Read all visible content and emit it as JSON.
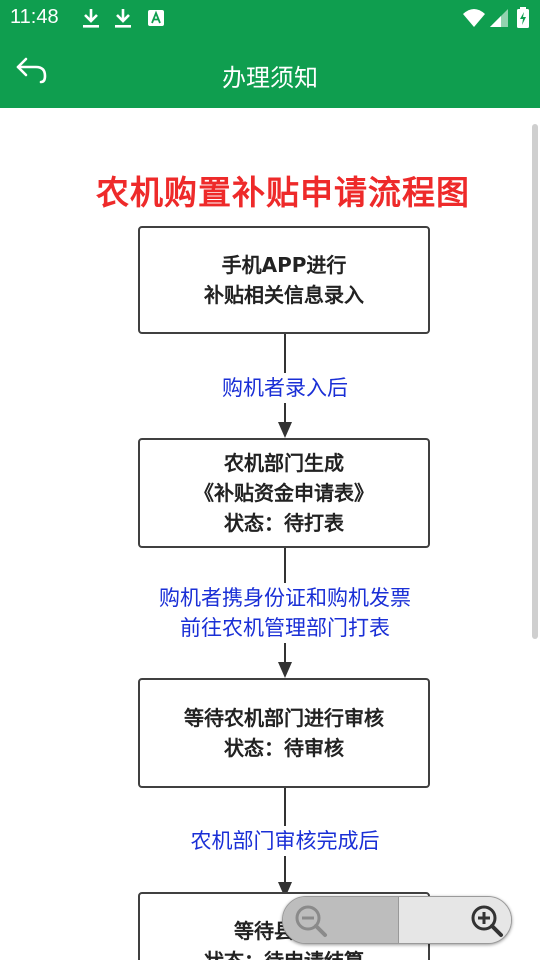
{
  "status_bar": {
    "time": "11:48",
    "left_icons": [
      "download-icon",
      "download-icon",
      "app-notification-icon"
    ],
    "right_icons": [
      "wifi-icon",
      "signal-icon",
      "battery-icon"
    ]
  },
  "app_bar": {
    "title": "办理须知",
    "back_icon": "back-arrow-icon",
    "background_color": "#0f9e4f"
  },
  "flowchart": {
    "title": "农机购置补贴申请流程图",
    "title_color": "#ee2a2a",
    "edge_label_color": "#1a2fd6",
    "steps": [
      {
        "lines": [
          "手机APP进行",
          "补贴相关信息录入"
        ]
      },
      {
        "lines": [
          "农机部门生成",
          "《补贴资金申请表》",
          "状态：待打表"
        ]
      },
      {
        "lines": [
          "等待农机部门进行审核",
          "状态：待审核"
        ]
      },
      {
        "lines": [
          "等待县操作",
          "状态：待申请结算"
        ]
      }
    ],
    "edges": [
      {
        "lines": [
          "购机者录入后"
        ]
      },
      {
        "lines": [
          "购机者携身份证和购机发票",
          "前往农机管理部门打表"
        ]
      },
      {
        "lines": [
          "农机部门审核完成后"
        ]
      }
    ]
  },
  "zoom_control": {
    "zoom_out_icon": "zoom-out-icon",
    "zoom_in_icon": "zoom-in-icon"
  }
}
